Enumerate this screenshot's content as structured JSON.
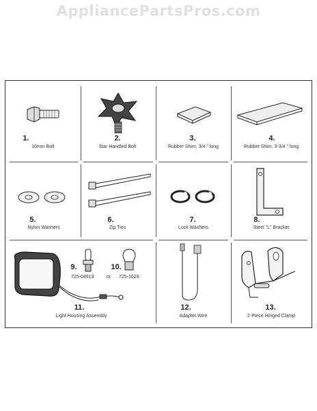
{
  "watermark": "AppliancePartsPros.com",
  "parts": [
    {
      "num": "1.",
      "caption": "10mm Bolt"
    },
    {
      "num": "2.",
      "caption": "Star Handled Bolt"
    },
    {
      "num": "3.",
      "caption": "Rubber Shim, 3/4 \" long"
    },
    {
      "num": "4.",
      "caption": "Rubber Shim, 3-3/4 \" long"
    },
    {
      "num": "5.",
      "caption": "Nylon Washers"
    },
    {
      "num": "6.",
      "caption": "Zip Ties"
    },
    {
      "num": "7.",
      "caption": "Lock Washers"
    },
    {
      "num": "8.",
      "caption": "Steel \"L\" Bracket"
    },
    {
      "num": "9.",
      "caption": ""
    },
    {
      "num": "10.",
      "caption": ""
    },
    {
      "num": "11.",
      "caption": "Light Housing Assembly"
    },
    {
      "num": "12.",
      "caption": "Adapter Wire"
    },
    {
      "num": "13.",
      "caption": "2-Piece Hinged Clamp"
    }
  ],
  "bulb_part_numbers": {
    "first": "725-04913",
    "separator": "or",
    "second": "725-1629"
  }
}
